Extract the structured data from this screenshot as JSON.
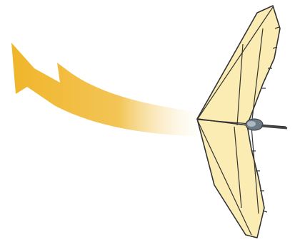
{
  "figure": {
    "subject": "hang-glider",
    "view": "top-down",
    "arrow_direction": "left",
    "colors": {
      "background": "#ffffff",
      "arrow": "#f0b52a",
      "arrow_fade": "#ffffff",
      "wing_fill": "#fbecb4",
      "wing_shade": "#f4d56a",
      "frame": "#333333",
      "pilot": "#6d7b86"
    }
  }
}
